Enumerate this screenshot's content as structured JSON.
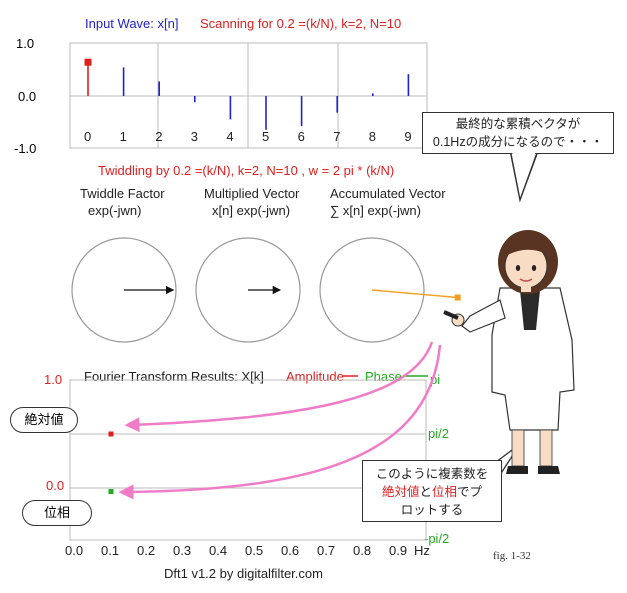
{
  "top": {
    "title_input": "Input Wave: x[n]",
    "title_scan": "Scanning for  0.2 =(k/N), k=2, N=10",
    "y_ticks": [
      "1.0",
      "0.0",
      "-1.0"
    ],
    "n_labels": [
      "0",
      "1",
      "2",
      "3",
      "4",
      "5",
      "6",
      "7",
      "8",
      "9"
    ]
  },
  "wave": {
    "type": "stem",
    "n": [
      0,
      1,
      2,
      3,
      4,
      5,
      6,
      7,
      8,
      9
    ],
    "values": [
      0.65,
      0.55,
      0.28,
      -0.12,
      -0.45,
      -0.65,
      -0.58,
      -0.32,
      0.05,
      0.42
    ],
    "ylim": [
      -1.0,
      1.0
    ],
    "highlight_index": 0,
    "highlight_color": "#e02020",
    "stem_color": "#2222cc"
  },
  "middle": {
    "twiddle_title": "Twiddling by  0.2 =(k/N), k=2, N=10 , w = 2 pi * (k/N)",
    "twiddle_factor": [
      "Twiddle Factor",
      "exp(-jwn)"
    ],
    "multiplied_vector": [
      "Multiplied Vector",
      "x[n] exp(-jwn)"
    ],
    "accumulated_vector": [
      "Accumulated Vector",
      "∑ x[n] exp(-jwn)"
    ],
    "vectors": [
      {
        "name": "twiddle",
        "magnitude": 0.95,
        "angle_deg": 0,
        "color": "#111111"
      },
      {
        "name": "multiplied",
        "magnitude": 0.62,
        "angle_deg": 0,
        "color": "#111111"
      },
      {
        "name": "accumulated",
        "magnitude": 1.55,
        "angle_deg": -5,
        "color": "#f0a020"
      }
    ]
  },
  "results": {
    "title": "Fourier Transform Results: X[k]",
    "amp_label": "Amplitude",
    "phase_label": "Phase",
    "y_left": [
      "1.0",
      "0.0"
    ],
    "y_right": [
      "pi",
      "pi/2",
      "-pi/2"
    ],
    "x_ticks": [
      "0.0",
      "0.1",
      "0.2",
      "0.3",
      "0.4",
      "0.5",
      "0.6",
      "0.7",
      "0.8",
      "0.9"
    ],
    "x_unit": "Hz",
    "amplitude": {
      "freq": 0.1,
      "value": 0.5
    },
    "phase": {
      "freq": 0.1,
      "value": 0.0
    },
    "credit": "Dft1 v1.2 by digitalfilter.com"
  },
  "annotations": {
    "bubble_top": [
      "最終的な累積ベクタが",
      "0.1Hzの成分になるので・・・"
    ],
    "bubble_bottom": {
      "line1": "このように複素数を",
      "abs": "絶対値",
      "to": "と",
      "phase": "位相",
      "de": "でプ",
      "line3": "ロットする"
    },
    "label_abs": "絶対値",
    "label_phase": "位相",
    "fig": "fig. 1-32"
  },
  "colors": {
    "red": "#e02020",
    "blue": "#2222cc",
    "green": "#22aa22",
    "orange": "#f0a020",
    "pink": "#f07cc8"
  }
}
